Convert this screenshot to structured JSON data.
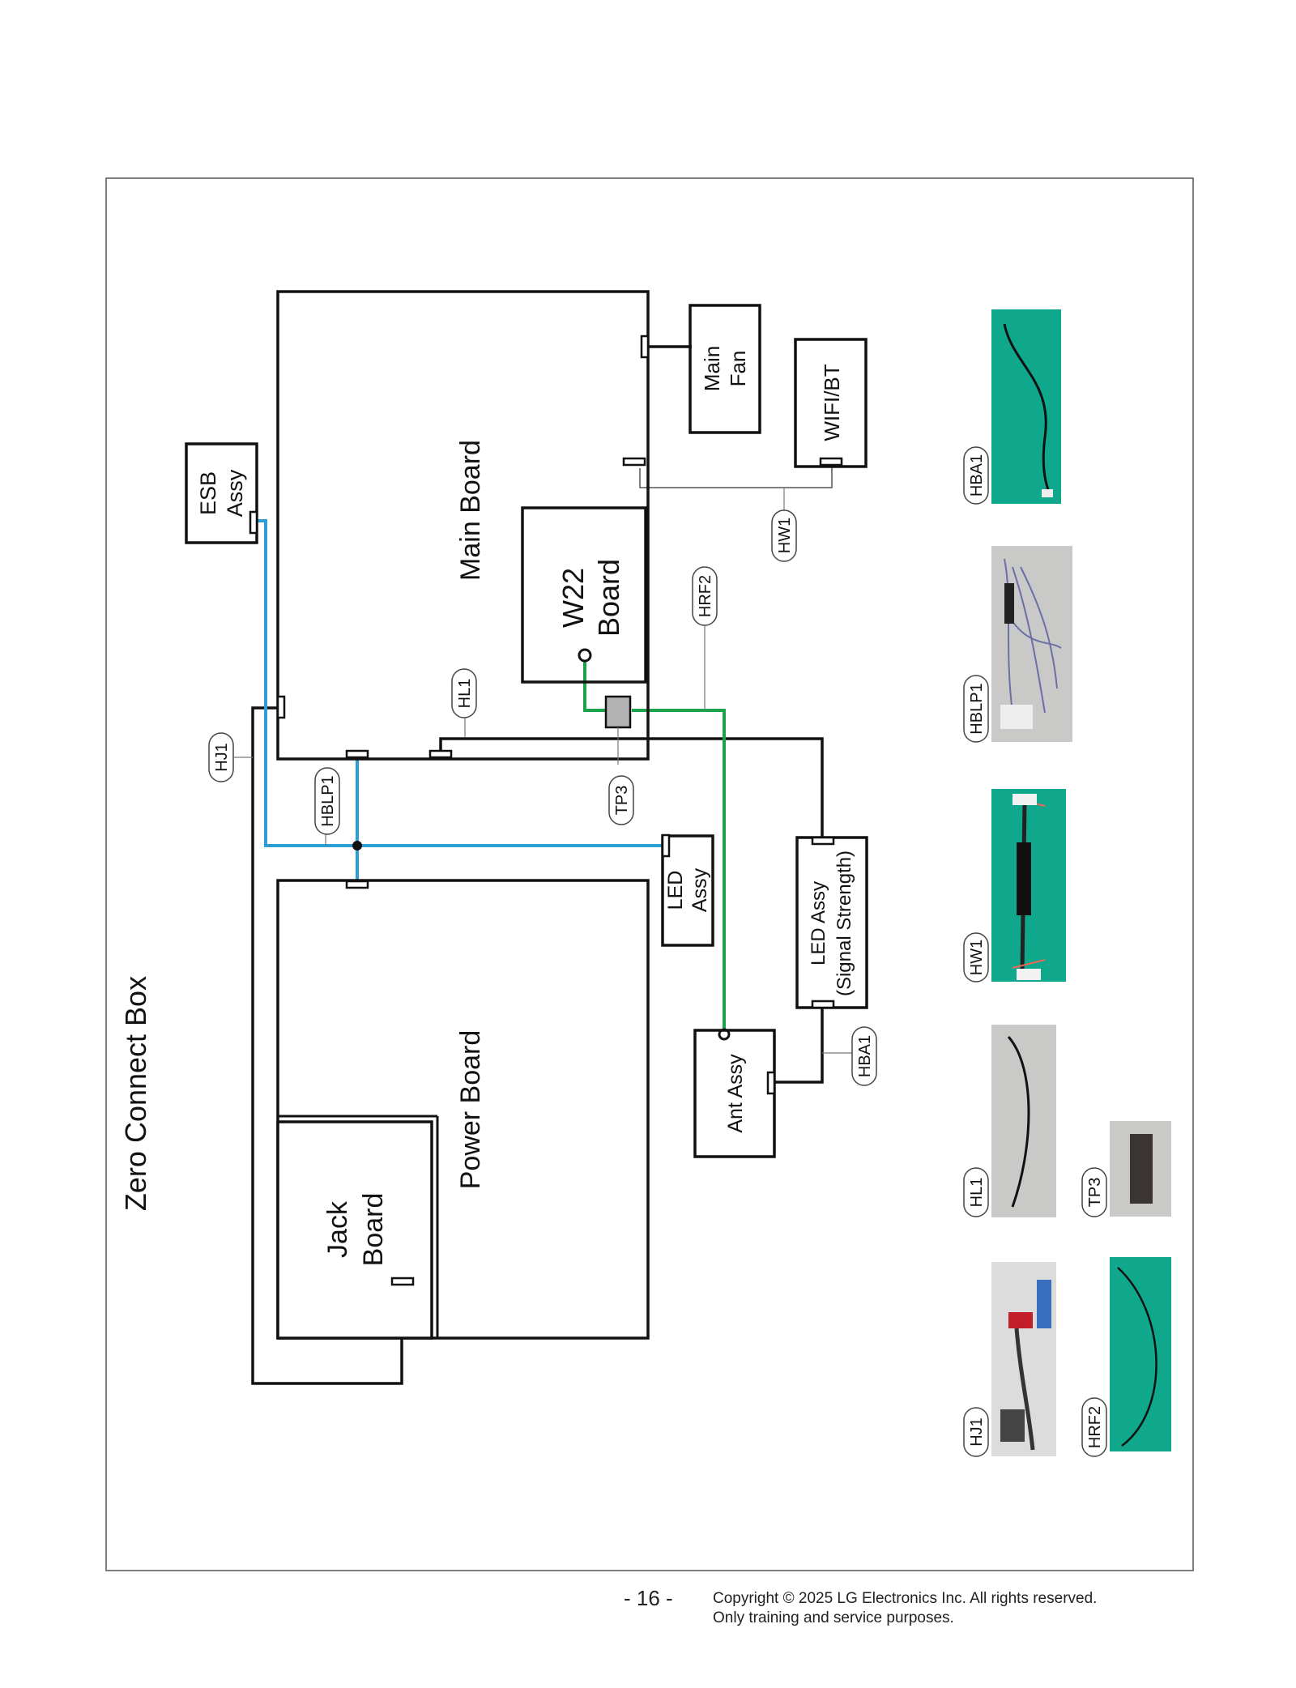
{
  "title": "Zero Connect Box",
  "boards": {
    "main": "Main Board",
    "w22_line1": "W22",
    "w22_line2": "Board",
    "power": "Power Board",
    "jack_line1": "Jack",
    "jack_line2": "Board",
    "esb_line1": "ESB",
    "esb_line2": "Assy",
    "fan_line1": "Main",
    "fan_line2": "Fan",
    "wifi": "WIFI/BT",
    "led_line1": "LED",
    "led_line2": "Assy",
    "led_sig_line1": "LED Assy",
    "led_sig_line2": "(Signal Strength)",
    "ant": "Ant Assy"
  },
  "cable_labels": [
    "HJ1",
    "HBLP1",
    "HL1",
    "TP3",
    "HRF2",
    "HW1",
    "HBA1"
  ],
  "parts_gallery": {
    "row1": [
      "HBA1",
      "HBLP1",
      "HW1",
      "HL1",
      "HJ1"
    ],
    "row2": [
      "TP3",
      "HRF2"
    ]
  },
  "colors": {
    "wire_black": "#111111",
    "wire_blue": "#2b9fd4",
    "wire_green": "#1ca24a",
    "photo_teal": "#10a88c",
    "photo_gray": "#c9c9c7"
  },
  "footer": {
    "page": "- 16 -",
    "copyright": "Copyright © 2025 LG Electronics Inc. All rights reserved.",
    "note": "Only training and service purposes."
  }
}
